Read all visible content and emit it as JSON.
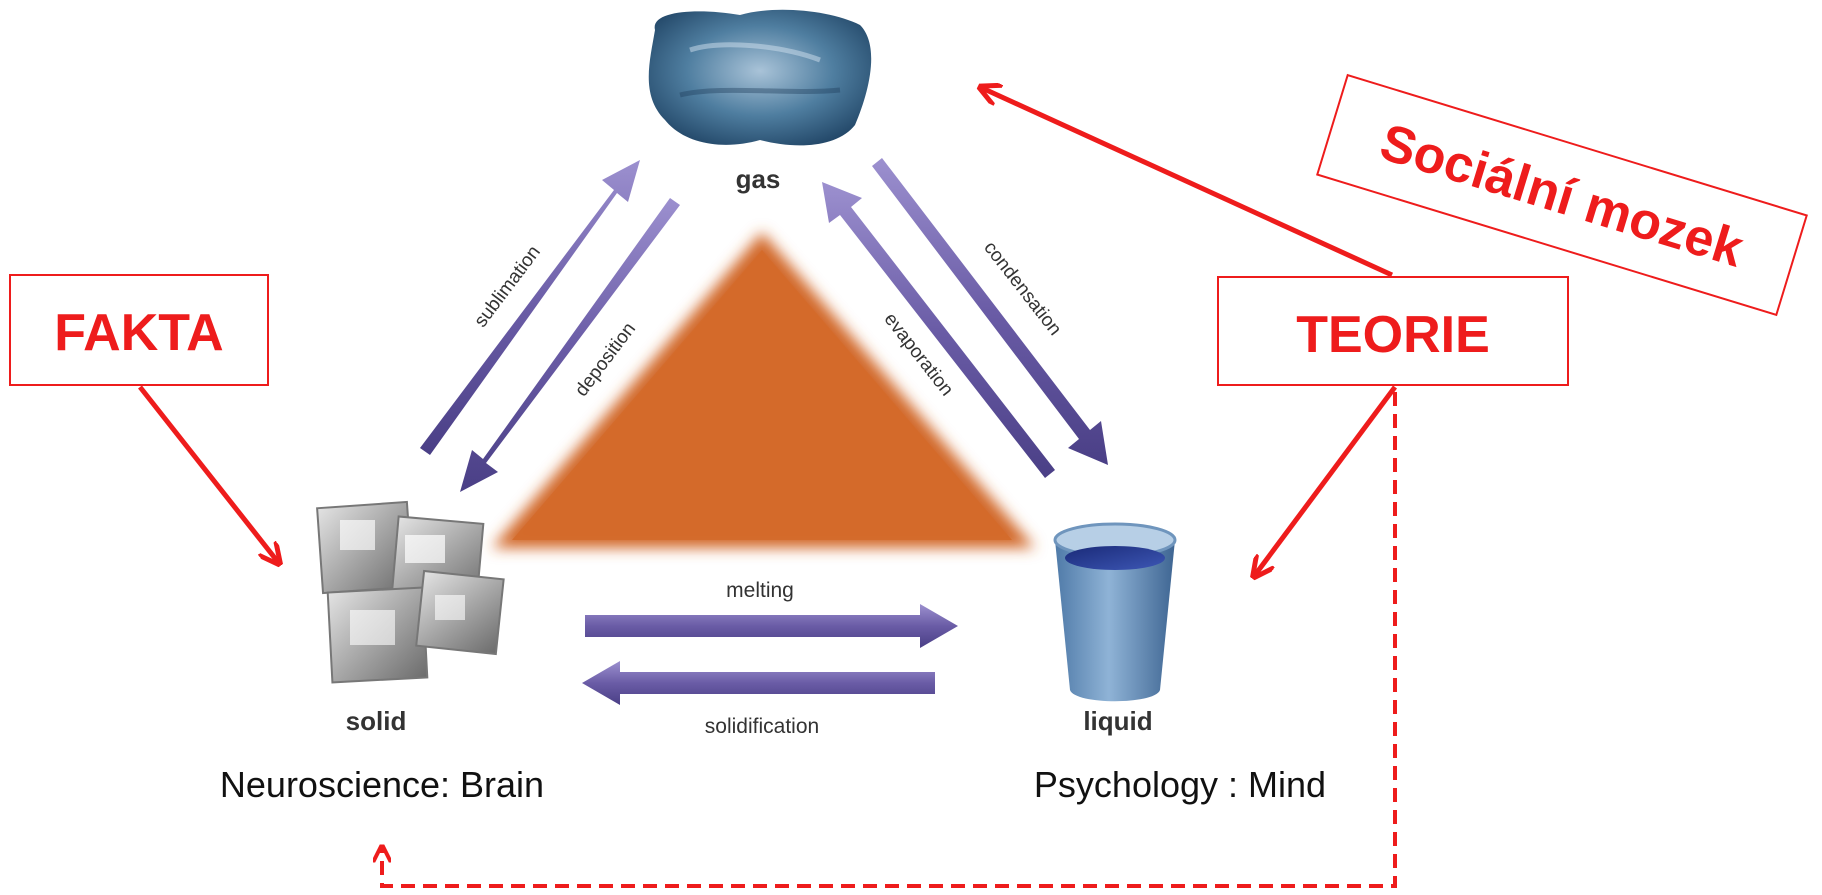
{
  "states": {
    "gas": "gas",
    "solid": "solid",
    "liquid": "liquid"
  },
  "transitions": {
    "sublimation": "sublimation",
    "deposition": "deposition",
    "condensation": "condensation",
    "evaporation": "evaporation",
    "melting": "melting",
    "solidification": "solidification"
  },
  "captions": {
    "solid": "Neuroscience: Brain",
    "liquid": "Psychology : Mind"
  },
  "boxes": {
    "fakta": "FAKTA",
    "teorie": "TEORIE",
    "socialni_mozek": "Sociální mozek"
  },
  "colors": {
    "annotation_red": "#ee1c1c",
    "triangle_orange": "#d2692a",
    "arrow_purple": "#6f62a8",
    "label_dark": "#333333"
  }
}
